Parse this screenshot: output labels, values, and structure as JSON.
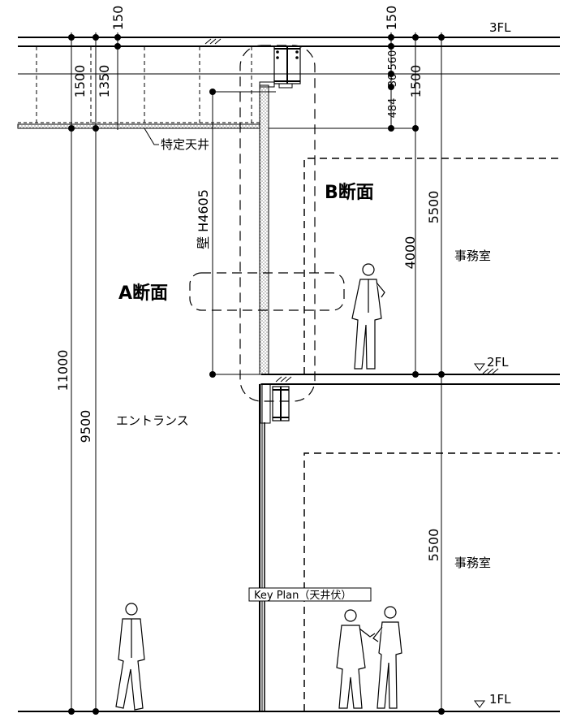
{
  "floors": {
    "f3": "3FL",
    "f2": "2FL",
    "f1": "1FL"
  },
  "dims": {
    "d150_left": "150",
    "d150_right": "150",
    "d1500_left": "1500",
    "d1350": "1350",
    "d560": "560",
    "d36": "36",
    "d484": "484",
    "d1500_right": "1500",
    "d5500_upper": "5500",
    "d4000": "4000",
    "d5500_lower": "5500",
    "d11000": "11000",
    "d9500": "9500",
    "wall_height": "壁 H4605"
  },
  "labels": {
    "ceiling": "特定天井",
    "section_a": "A断面",
    "section_b": "B断面",
    "office_upper": "事務室",
    "office_lower": "事務室",
    "entrance": "エントランス",
    "key_plan": "Key Plan（天井伏）"
  }
}
